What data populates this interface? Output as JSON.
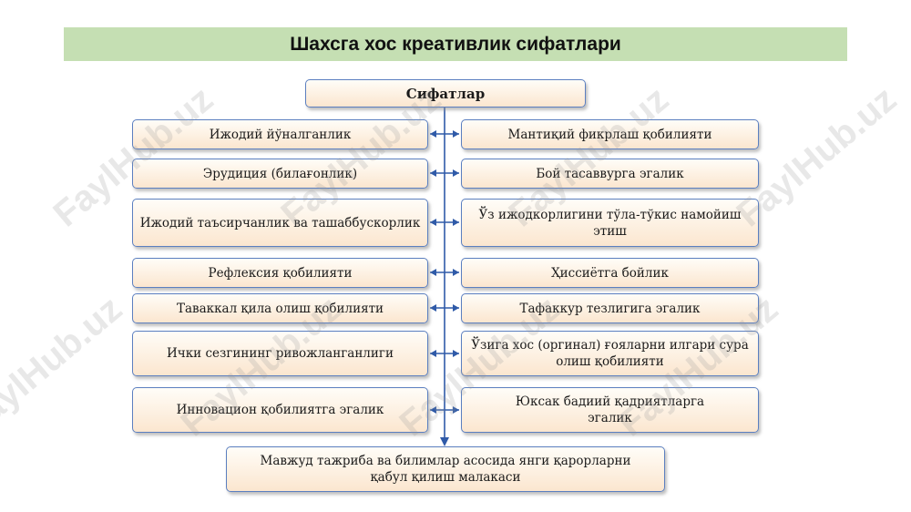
{
  "title": "Шахсга хос креативлик сифатлари",
  "header": "Сифатлар",
  "left": [
    "Ижодий йўналганлик",
    "Эрудиция (билағонлик)",
    "Ижодий таъсирчанлик ва ташаббускорлик",
    "Рефлексия қобилияти",
    "Таваккал қила олиш қобилияти",
    "Ички сезгининг ривожланганлиги",
    "Инновацион қобилиятга эгалик"
  ],
  "right": [
    "Мантиқий фикрлаш қобилияти",
    "Бой тасаввурга эгалик",
    "Ўз ижодкорлигини тўла-тўкис намойиш этиш",
    "Ҳиссиётга бойлик",
    "Тафаккур тезлигига эгалик",
    "Ўзига хос (оргинал) ғояларни илгари сура олиш қобилияти",
    "Юксак бадиий қадриятларга эгалик"
  ],
  "bottom": "Мавжуд тажриба ва билимлар асосида янги қарорларни қабул қилиш малакаси",
  "watermark": "FaylHub.uz",
  "colors": {
    "title_bg": "#c5dfb3",
    "box_border": "#5b7fc0",
    "box_fill": "#fbe6cf",
    "connector": "#2f5aa8"
  }
}
